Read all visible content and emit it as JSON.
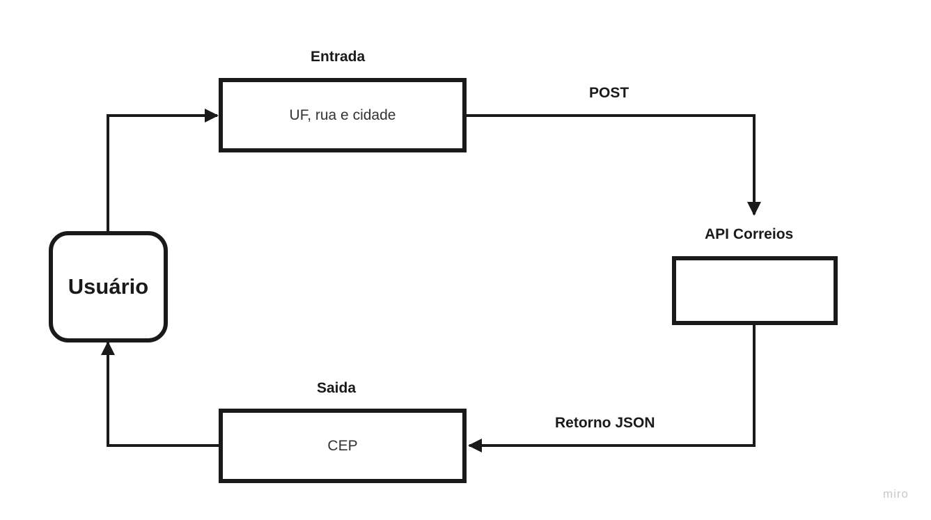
{
  "nodes": {
    "user": {
      "label": "Usuário"
    },
    "entrada": {
      "title": "Entrada",
      "content": "UF, rua e cidade"
    },
    "api": {
      "title": "API Correios",
      "content": ""
    },
    "saida": {
      "title": "Saida",
      "content": "CEP"
    }
  },
  "edges": {
    "post": {
      "label": "POST"
    },
    "retorno": {
      "label": "Retorno JSON"
    }
  },
  "branding": {
    "watermark": "miro"
  },
  "colors": {
    "stroke": "#1a1a1a",
    "background": "#ffffff",
    "watermark": "#c8c8c8"
  }
}
